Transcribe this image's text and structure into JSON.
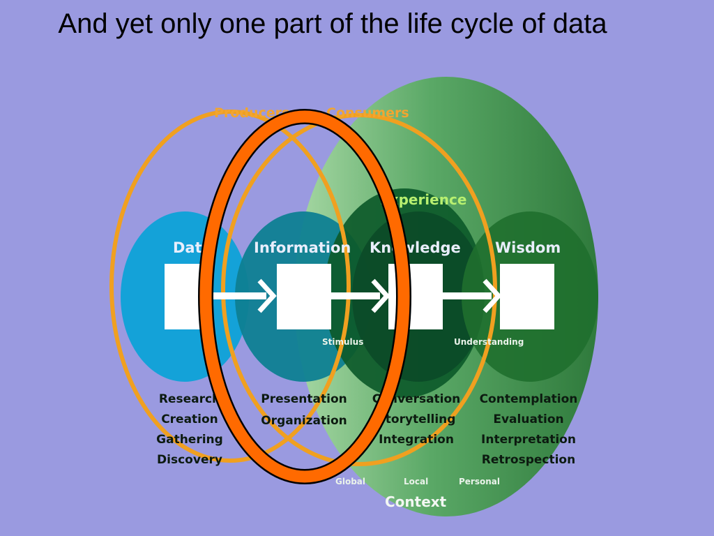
{
  "title": "And yet only one part of the life cycle of data",
  "diagram": {
    "producers_label": "Producers",
    "consumers_label": "Consumers",
    "experience_label": "Experience",
    "stages": [
      "Data",
      "Information",
      "Knowledge",
      "Wisdom"
    ],
    "transitions": [
      "Stimulus",
      "Understanding"
    ],
    "activities": {
      "data": [
        "Research",
        "Creation",
        "Gathering",
        "Discovery"
      ],
      "information": [
        "Presentation",
        "Organization"
      ],
      "knowledge": [
        "Conversation",
        "Storytelling",
        "Integration"
      ],
      "wisdom": [
        "Contemplation",
        "Evaluation",
        "Interpretation",
        "Retrospection"
      ]
    },
    "context_scale": [
      "Global",
      "Local",
      "Personal"
    ],
    "context_label": "Context",
    "colors": {
      "background": "#9a9ae0",
      "highlight": "#ff6a00",
      "producer_ring": "#f0a020"
    }
  }
}
